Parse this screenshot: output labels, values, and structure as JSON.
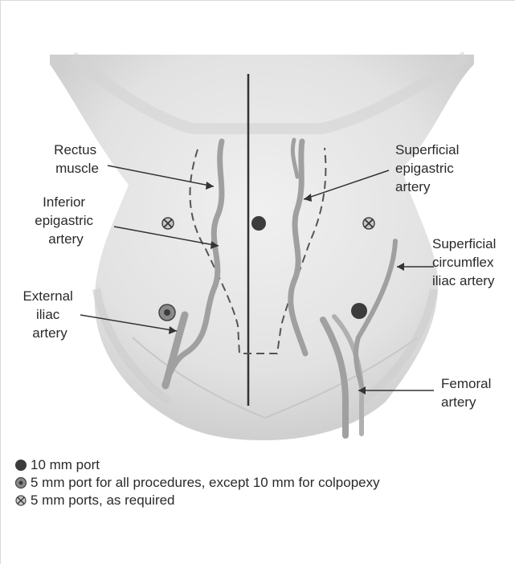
{
  "labels": {
    "rectus_muscle": [
      "Rectus",
      "muscle"
    ],
    "inferior_epigastric": [
      "Inferior",
      "epigastric",
      "artery"
    ],
    "external_iliac": [
      "External",
      "iliac",
      "artery"
    ],
    "superficial_epigastric": [
      "Superficial",
      "epigastric",
      "artery"
    ],
    "superficial_circumflex": [
      "Superficial",
      "circumflex",
      "iliac artery"
    ],
    "femoral": [
      "Femoral",
      "artery"
    ]
  },
  "legend": {
    "port_10mm": "10 mm port",
    "port_5mm_all": "5 mm port for all procedures, except 10 mm for colpopexy",
    "port_5mm_required": "5 mm ports, as required"
  },
  "colors": {
    "skin": "#e7e7e7",
    "shadow": "#bdbdbd",
    "vessel": "#9a9a9a",
    "port_dark": "#3c3c3c",
    "line": "#333333"
  }
}
